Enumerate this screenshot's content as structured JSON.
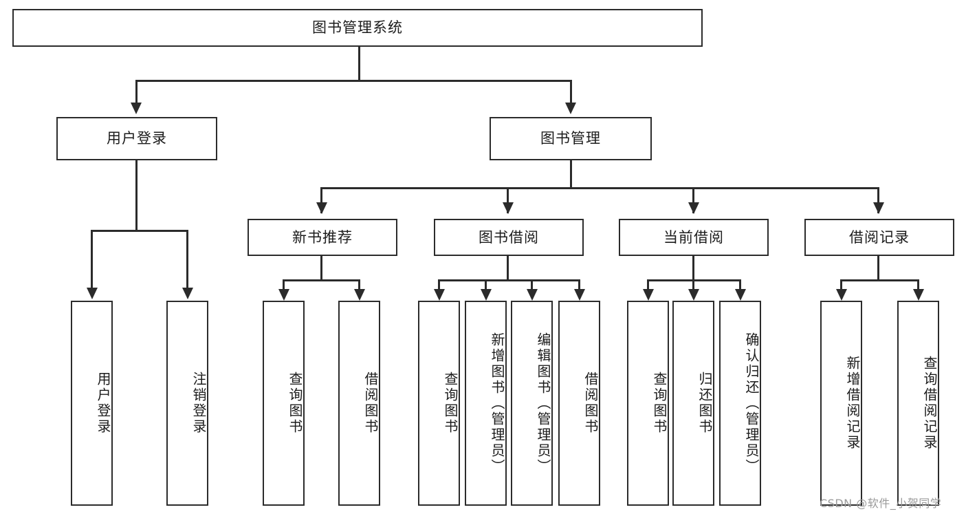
{
  "diagram": {
    "title": "图书管理系统",
    "type": "功能结构图",
    "watermark": "CSDN @软件_小贺同学",
    "colors": {
      "stroke": "#2b2b2b",
      "text": "#1b1b1b",
      "background": "#ffffff",
      "watermark": "#9a9a9a"
    }
  },
  "nodes": {
    "root": {
      "label": "图书管理系统"
    },
    "level2": [
      {
        "id": "user-login",
        "label": "用户登录"
      },
      {
        "id": "book-manage",
        "label": "图书管理"
      }
    ],
    "level3": [
      {
        "id": "new-book-recommend",
        "label": "新书推荐"
      },
      {
        "id": "book-borrow",
        "label": "图书借阅"
      },
      {
        "id": "current-borrow",
        "label": "当前借阅"
      },
      {
        "id": "borrow-record",
        "label": "借阅记录"
      }
    ],
    "leaves": {
      "user_login": [
        {
          "id": "leaf-user-login",
          "label": "用户登录"
        },
        {
          "id": "leaf-logout-login",
          "label": "注销登录"
        }
      ],
      "new_book_recommend": [
        {
          "id": "leaf-query-book-1",
          "label": "查询图书"
        },
        {
          "id": "leaf-borrow-book-1",
          "label": "借阅图书"
        }
      ],
      "book_borrow": [
        {
          "id": "leaf-query-book-2",
          "label": "查询图书"
        },
        {
          "id": "leaf-add-book",
          "label": "新增图书（管理员）"
        },
        {
          "id": "leaf-edit-book",
          "label": "编辑图书（管理员）"
        },
        {
          "id": "leaf-borrow-book-2",
          "label": "借阅图书"
        }
      ],
      "current_borrow": [
        {
          "id": "leaf-query-book-3",
          "label": "查询图书"
        },
        {
          "id": "leaf-return-book",
          "label": "归还图书"
        },
        {
          "id": "leaf-confirm-return",
          "label": "确认归还（管理员）"
        }
      ],
      "borrow_record": [
        {
          "id": "leaf-add-record",
          "label": "新增借阅记录"
        },
        {
          "id": "leaf-query-record",
          "label": "查询借阅记录"
        }
      ]
    }
  }
}
